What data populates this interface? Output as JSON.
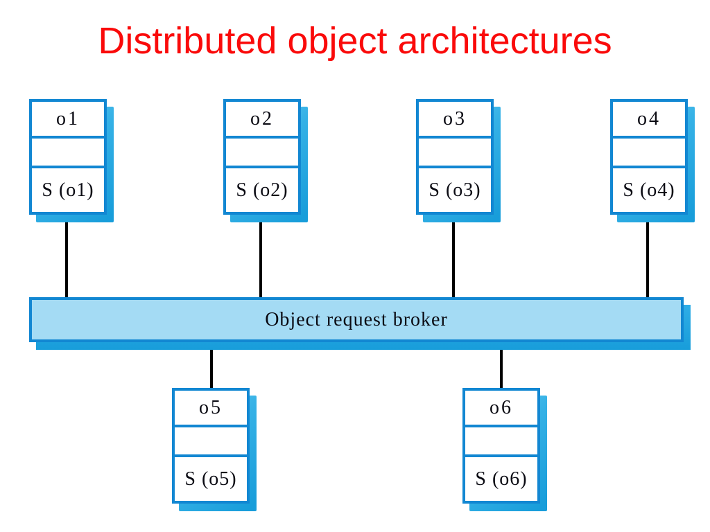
{
  "slide": {
    "title": "Distributed object architectures",
    "background": "#ffffff"
  },
  "colors": {
    "title_color": "#fa0a0a",
    "box_border": "#1287d2",
    "shadow_start": "#5ec7ef",
    "shadow_end": "#189dda",
    "bar_fill": "#a4dbf4",
    "connector": "#000000",
    "label_text": "#0a0a12",
    "slide_bg": "#ffffff"
  },
  "diagram": {
    "broker_label": "Object request broker",
    "objects": [
      {
        "name": "o1",
        "state": "S (o1)",
        "row": "top",
        "connected_to": "broker"
      },
      {
        "name": "o2",
        "state": "S (o2)",
        "row": "top",
        "connected_to": "broker"
      },
      {
        "name": "o3",
        "state": "S (o3)",
        "row": "top",
        "connected_to": "broker"
      },
      {
        "name": "o4",
        "state": "S (o4)",
        "row": "top",
        "connected_to": "broker"
      },
      {
        "name": "o5",
        "state": "S (o5)",
        "row": "bottom",
        "connected_to": "broker"
      },
      {
        "name": "o6",
        "state": "S (o6)",
        "row": "bottom",
        "connected_to": "broker"
      }
    ]
  }
}
